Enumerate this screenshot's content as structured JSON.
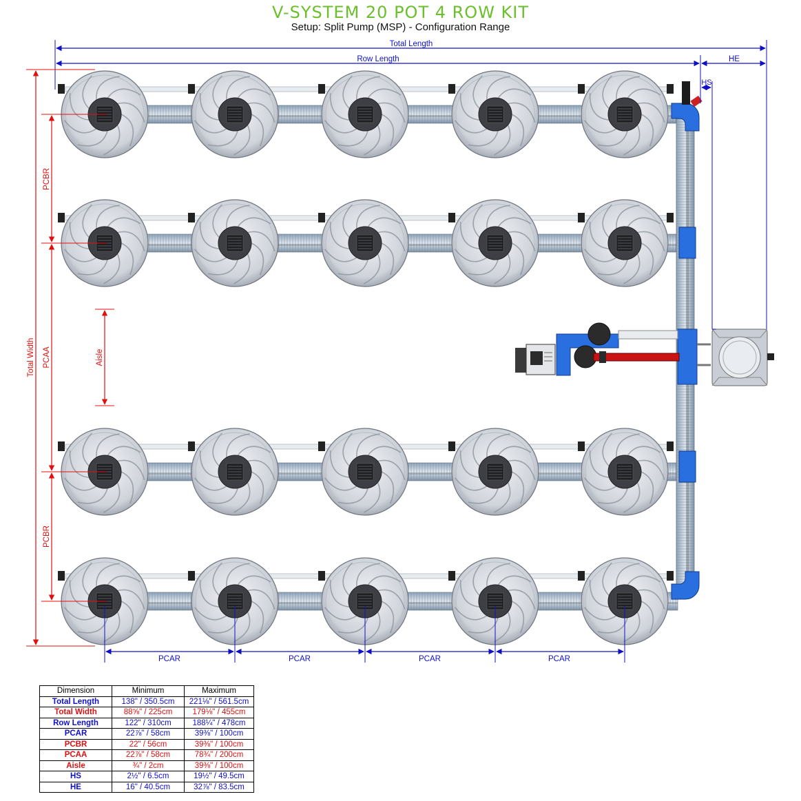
{
  "header": {
    "title": "V-SYSTEM 20 POT 4 ROW KIT",
    "subtitle": "Setup: Split Pump (MSP) - Configuration Range"
  },
  "labels": {
    "total_length": "Total Length",
    "row_length": "Row Length",
    "he": "HE",
    "hs": "HS",
    "total_width": "Total Width",
    "pcbr": "PCBR",
    "pcaa": "PCAA",
    "aisle": "Aisle",
    "pcar": "PCAR"
  },
  "layout_info": {
    "rows": 4,
    "pots_per_row": 5
  },
  "colors": {
    "title": "#6bbf2a",
    "dim_blue": "#1010c8",
    "dim_red": "#e01010",
    "pipe_blue": "#2a6fe0"
  },
  "table": {
    "headers": [
      "Dimension",
      "Minimum",
      "Maximum"
    ],
    "rows": [
      {
        "name": "Total Length",
        "min": "138\" / 350.5cm",
        "max": "221⅛\" / 561.5cm",
        "color": "blue"
      },
      {
        "name": "Total Width",
        "min": "88⅝\" / 225cm",
        "max": "179⅛\" / 455cm",
        "color": "red"
      },
      {
        "name": "Row Length",
        "min": "122\" / 310cm",
        "max": "188¼\" / 478cm",
        "color": "blue"
      },
      {
        "name": "PCAR",
        "min": "22⅞\" / 58cm",
        "max": "39⅜\" / 100cm",
        "color": "blue"
      },
      {
        "name": "PCBR",
        "min": "22\" / 56cm",
        "max": "39⅜\" / 100cm",
        "color": "red"
      },
      {
        "name": "PCAA",
        "min": "22⅞\" / 58cm",
        "max": "78¾\" / 200cm",
        "color": "red"
      },
      {
        "name": "Aisle",
        "min": "¾\" / 2cm",
        "max": "39⅜\" / 100cm",
        "color": "red"
      },
      {
        "name": "HS",
        "min": "2½\" / 6.5cm",
        "max": "19½\" / 49.5cm",
        "color": "blue"
      },
      {
        "name": "HE",
        "min": "16\" / 40.5cm",
        "max": "32⅞\" / 83.5cm",
        "color": "blue"
      }
    ]
  }
}
